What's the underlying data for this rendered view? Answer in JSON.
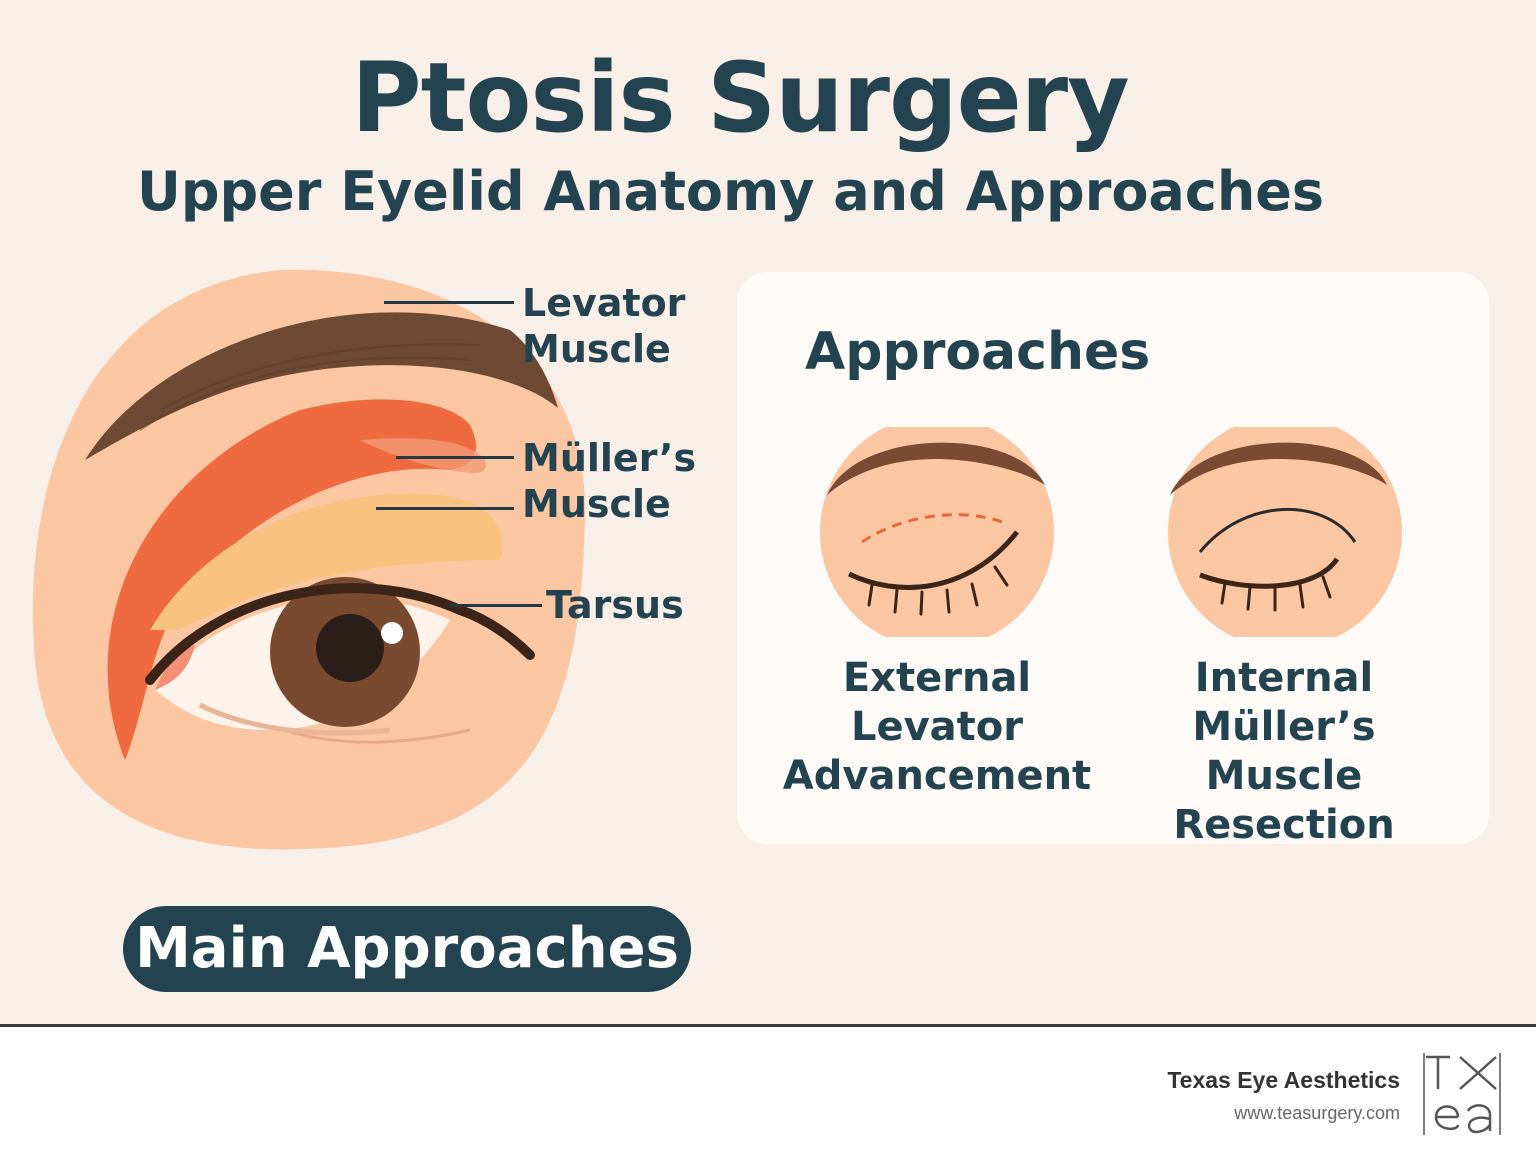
{
  "header": {
    "title": "Ptosis Surgery",
    "subtitle": "Upper Eyelid Anatomy and Approaches"
  },
  "anatomy": {
    "labels": [
      {
        "line1": "Levator",
        "line2": "Muscle"
      },
      {
        "line1": "Müller’s",
        "line2": "Muscle"
      },
      {
        "line1": "Tarsus"
      }
    ]
  },
  "approaches_card": {
    "heading": "Approaches",
    "items": [
      {
        "line1": "External",
        "line2": "Levator",
        "line3": "Advancement"
      },
      {
        "line1": "Internal",
        "line2": "Müller’s Muscle",
        "line3": "Resection"
      }
    ]
  },
  "main_button": {
    "label": "Main Approaches"
  },
  "footer": {
    "brand": "Texas Eye Aesthetics",
    "url": "www.teasurgery.com",
    "logo": "tea-monogram-logo"
  },
  "colors": {
    "ink": "#22434f",
    "skin": "#fbc7a3",
    "brow": "#6e4a35",
    "muscle": "#ef6b3f",
    "tarsus": "#f9c27f",
    "iris": "#7a4a30"
  }
}
